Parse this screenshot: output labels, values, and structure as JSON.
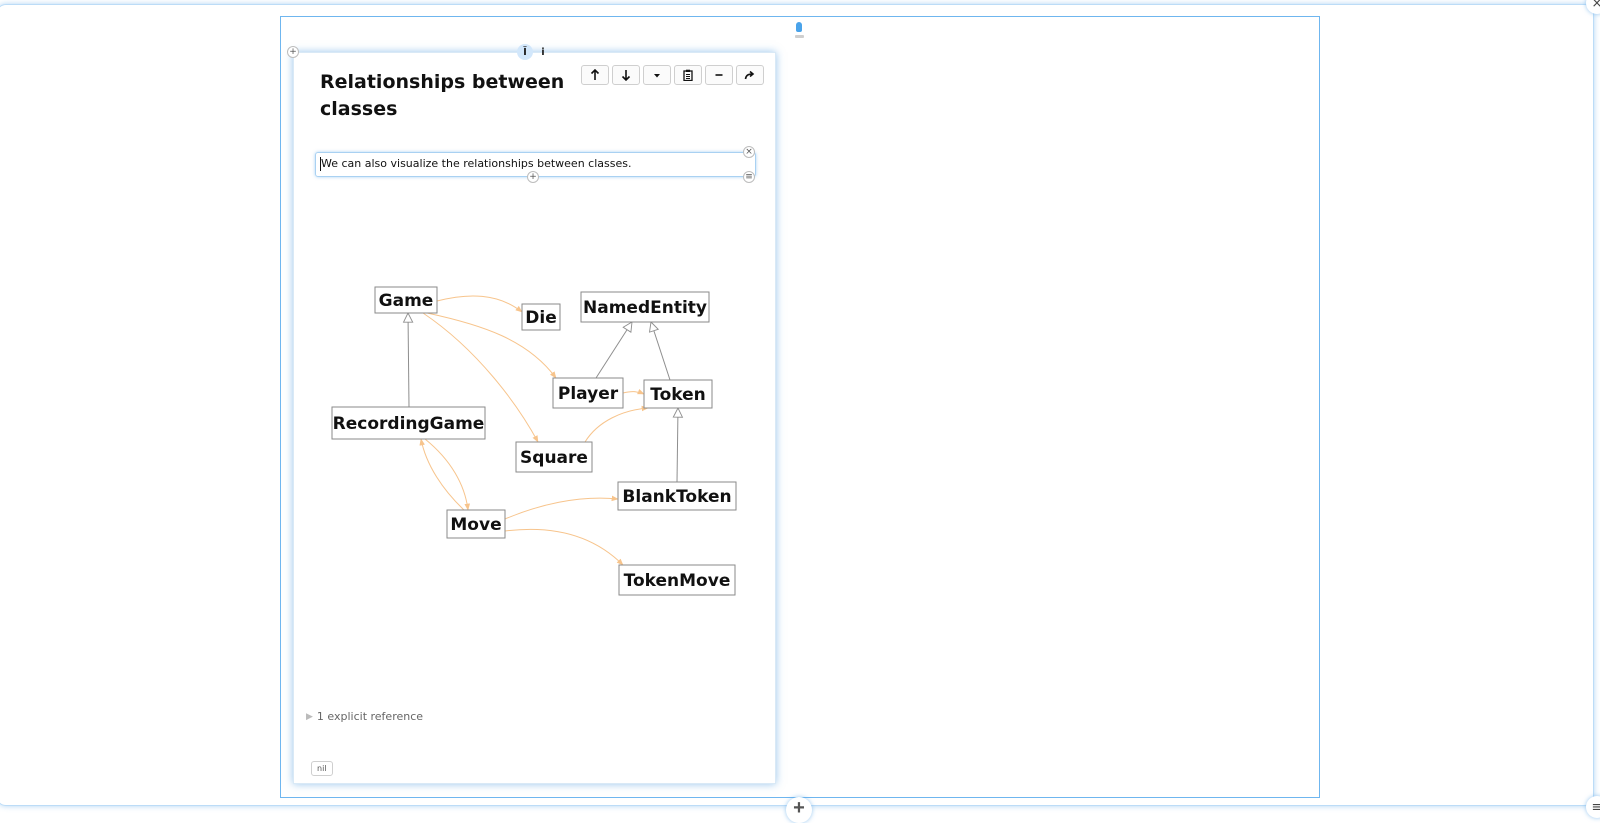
{
  "page": {
    "title": "Relationships between classes",
    "text_block": "We can also visualize the relationships between classes.",
    "references": "1 explicit reference",
    "nil_badge": "nil"
  },
  "toolbar": {
    "buttons": [
      {
        "name": "move-up-button",
        "icon": "arrow-up-icon"
      },
      {
        "name": "move-down-button",
        "icon": "arrow-down-icon"
      },
      {
        "name": "dropdown-button",
        "icon": "caret-down-icon"
      },
      {
        "name": "copy-button",
        "icon": "clipboard-icon"
      },
      {
        "name": "collapse-button",
        "icon": "minus-icon"
      },
      {
        "name": "share-button",
        "icon": "redo-arrow-icon"
      }
    ]
  },
  "icons": {
    "outer_close": "×",
    "outer_menu": "≡",
    "page_add": "+",
    "block_close": "×",
    "block_add": "+",
    "block_menu": "≡",
    "mode_edit": "Ĭ",
    "mode_info": "i",
    "bottom_add": "+"
  },
  "colors": {
    "frame_blue": "#6fb6ef",
    "association_edge": "#f7c48c",
    "inheritance_edge": "#8e8e8e",
    "node_border": "#8a8a8a"
  },
  "diagram": {
    "nodes": [
      {
        "id": "Game",
        "label": "Game"
      },
      {
        "id": "Die",
        "label": "Die"
      },
      {
        "id": "NamedEntity",
        "label": "NamedEntity"
      },
      {
        "id": "Player",
        "label": "Player"
      },
      {
        "id": "Token",
        "label": "Token"
      },
      {
        "id": "RecordingGame",
        "label": "RecordingGame"
      },
      {
        "id": "Square",
        "label": "Square"
      },
      {
        "id": "BlankToken",
        "label": "BlankToken"
      },
      {
        "id": "Move",
        "label": "Move"
      },
      {
        "id": "TokenMove",
        "label": "TokenMove"
      }
    ],
    "edges": [
      {
        "from": "Game",
        "to": "Die",
        "kind": "association"
      },
      {
        "from": "Game",
        "to": "Player",
        "kind": "association"
      },
      {
        "from": "Game",
        "to": "Square",
        "kind": "association"
      },
      {
        "from": "Player",
        "to": "Token",
        "kind": "association"
      },
      {
        "from": "Square",
        "to": "Token",
        "kind": "association"
      },
      {
        "from": "Move",
        "to": "RecordingGame",
        "kind": "association"
      },
      {
        "from": "RecordingGame",
        "to": "Move",
        "kind": "association"
      },
      {
        "from": "Move",
        "to": "BlankToken",
        "kind": "association"
      },
      {
        "from": "Move",
        "to": "TokenMove",
        "kind": "association"
      },
      {
        "from": "RecordingGame",
        "to": "Game",
        "kind": "inheritance"
      },
      {
        "from": "Player",
        "to": "NamedEntity",
        "kind": "inheritance"
      },
      {
        "from": "Token",
        "to": "NamedEntity",
        "kind": "inheritance"
      },
      {
        "from": "BlankToken",
        "to": "Token",
        "kind": "inheritance"
      }
    ]
  }
}
